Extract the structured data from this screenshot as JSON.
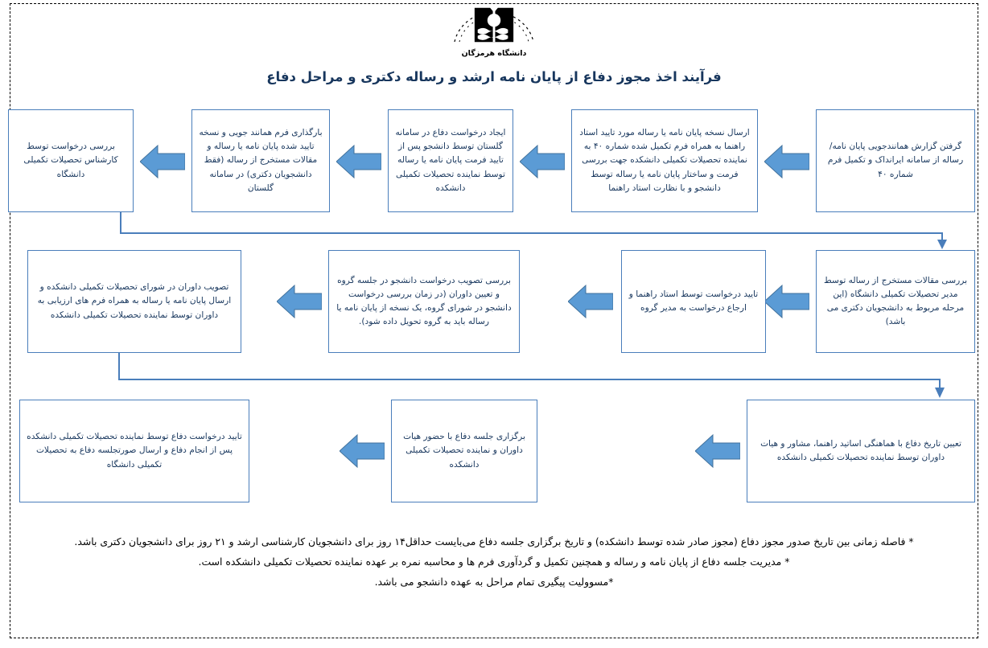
{
  "header": {
    "university_name": "دانشگاه هرمزگان",
    "logo_icon": "university-book-emblem-icon",
    "title": "فرآیند اخذ مجوز دفاع از پایان نامه ارشد و رساله دکتری و مراحل دفاع"
  },
  "colors": {
    "box_border": "#4a7ebb",
    "box_text": "#17365d",
    "arrow_fill": "#5b9bd5",
    "arrow_stroke": "#41719c",
    "connector": "#4a7ebb",
    "title": "#17365d",
    "page_border": "#000000"
  },
  "flow": {
    "rows": [
      {
        "id": "row-1",
        "nodes": [
          {
            "id": "node-1",
            "text": "گرفتن گزارش همانندجویی  پایان نامه/ رساله از سامانه ایرانداک و تکمیل فرم شماره ۴۰"
          },
          {
            "id": "node-2",
            "text": "ارسال نسخه پایان نامه یا رساله مورد تایید استاد راهنما به همراه فرم تکمیل شده شماره ۴۰ به نماینده تحصیلات تکمیلی دانشکده جهت بررسی فرمت و ساختار پایان نامه یا رساله توسط دانشجو و با نظارت استاد راهنما"
          },
          {
            "id": "node-3",
            "text": "ایجاد درخواست دفاع در سامانه گلستان توسط دانشجو پس از تایید فرمت پایان نامه یا رساله توسط نماینده تحصیلات تکمیلی دانشکده"
          },
          {
            "id": "node-4",
            "text": "بارگذاری فرم همانند جویی و نسخه تایید شده پایان نامه یا رساله و مقالات مستخرج از رساله (فقط دانشجویان دکتری) در سامانه گلستان"
          },
          {
            "id": "node-5",
            "text": "بررسی درخواست توسط کارشناس تحصیلات تکمیلی دانشگاه"
          }
        ]
      },
      {
        "id": "row-2",
        "nodes": [
          {
            "id": "node-6",
            "text": "بررسی مقالات مستخرج از رساله توسط مدیر تحصیلات تکمیلی دانشگاه (این مرحله مربوط به دانشجویان دکتری می باشد)"
          },
          {
            "id": "node-7",
            "text": "تایید درخواست توسط استاد راهنما و ارجاع درخواست به مدیر گروه"
          },
          {
            "id": "node-8",
            "text": "بررسی تصویب درخواست دانشجو در جلسه گروه و تعیین داوران (در زمان بررسی درخواست دانشجو در شورای گروه، یک نسخه از پایان نامه یا رساله باید به گروه تحویل داده شود)."
          },
          {
            "id": "node-9",
            "text": "تصویب داوران در شورای تحصیلات تکمیلی دانشکده و ارسال پایان نامه یا رساله به همراه فرم های ارزیابی به داوران توسط نماینده تحصیلات تکمیلی دانشکده"
          }
        ]
      },
      {
        "id": "row-3",
        "nodes": [
          {
            "id": "node-10",
            "text": "تعیین تاریخ دفاع با هماهنگی اساتید راهنما، مشاور و هیات داوران توسط نماینده تحصیلات تکمیلی دانشکده"
          },
          {
            "id": "node-11",
            "text": "برگزاری جلسه دفاع با حضور هیات داوران و نماینده تحصیلات تکمیلی دانشکده"
          },
          {
            "id": "node-12",
            "text": "تایید درخواست دفاع توسط نماینده تحصیلات تکمیلی دانشکده پس از انجام دفاع و ارسال صورتجلسه دفاع به تحصیلات تکمیلی دانشگاه"
          }
        ]
      }
    ],
    "arrow_icon": "left-block-arrow-icon",
    "connector_icon": "elbow-connector-arrow-icon"
  },
  "notes": [
    "* فاصله زمانی بین تاریخ صدور مجوز دفاع (مجوز صادر شده توسط دانشکده) و تاریخ برگزاری جلسه دفاع می‌بایست حداقل۱۴ روز برای دانشجویان کارشناسی ارشد و ۲۱ روز برای دانشجویان دکتری باشد.",
    "* مدیریت جلسه دفاع از پایان نامه و رساله و همچنین تکمیل و گردآوری فرم ها و محاسبه نمره بر عهده نماینده تحصیلات تکمیلی دانشکده است.",
    "*مسوولیت پیگیری تمام مراحل به عهده دانشجو می باشد."
  ]
}
